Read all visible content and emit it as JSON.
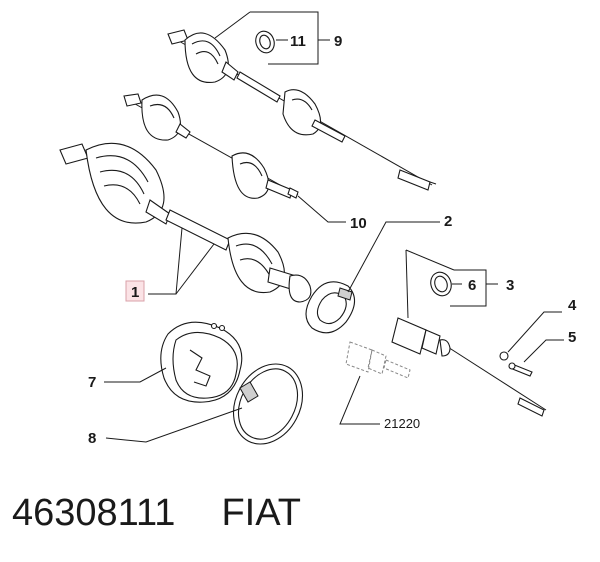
{
  "callouts": {
    "c1": "1",
    "c2": "2",
    "c3": "3",
    "c4": "4",
    "c5": "5",
    "c6": "6",
    "c7": "7",
    "c8": "8",
    "c9": "9",
    "c10": "10",
    "c11": "11",
    "c21220": "21220"
  },
  "footer": {
    "part_number": "46308111",
    "brand": "FIAT"
  }
}
